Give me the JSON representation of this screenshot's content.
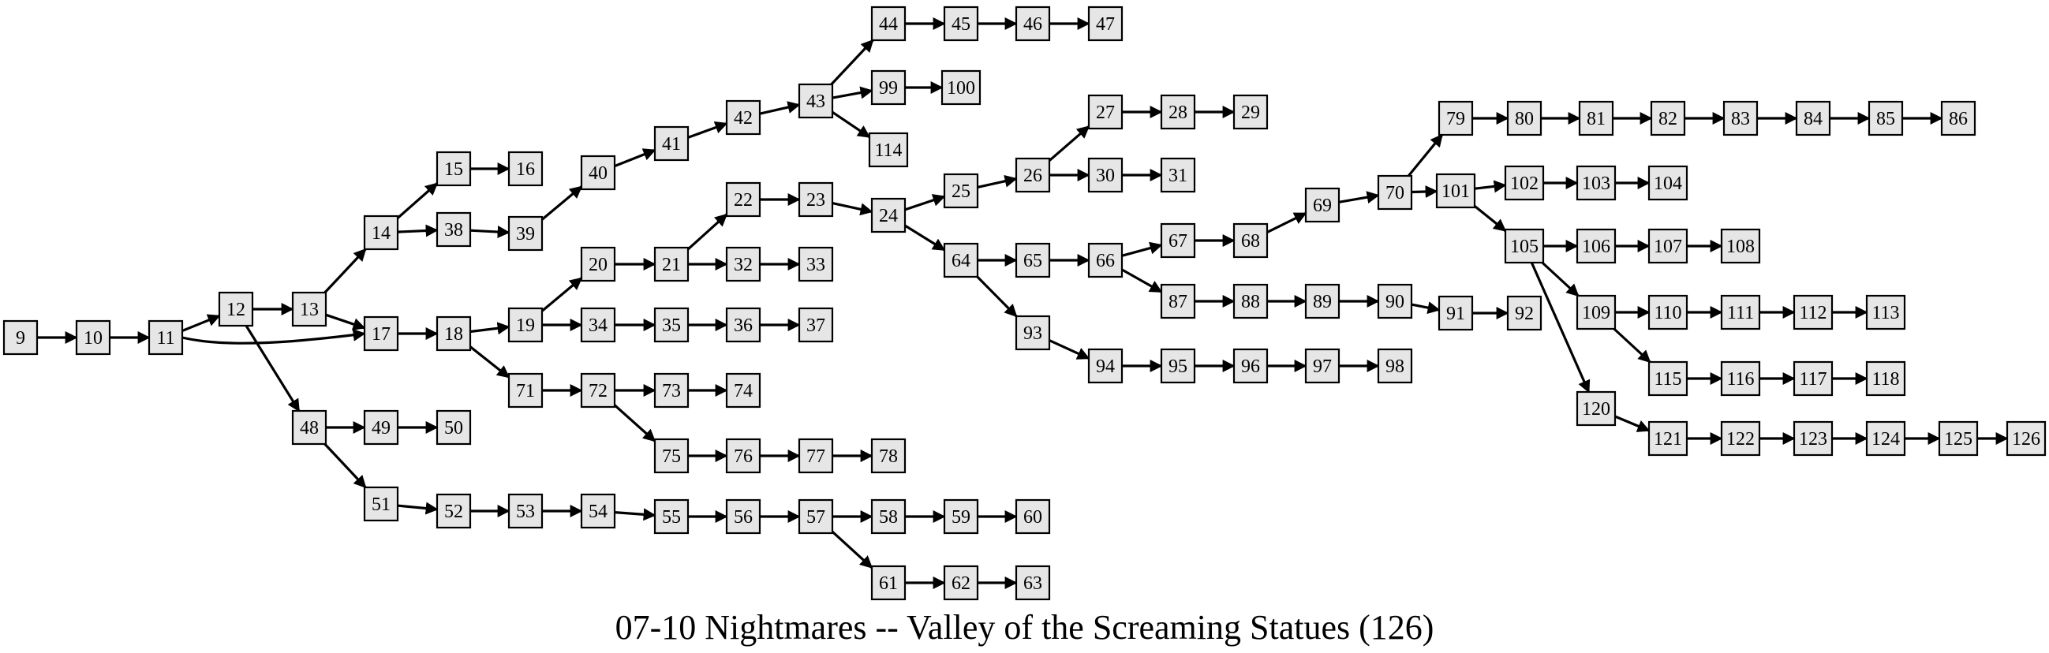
{
  "caption": "07-10 Nightmares -- Valley of the Screaming Statues (126)",
  "colors": {
    "node_fill": "#e6e6e6",
    "stroke": "#000000"
  },
  "nodes": [
    "9",
    "10",
    "11",
    "12",
    "13",
    "14",
    "15",
    "16",
    "17",
    "18",
    "19",
    "20",
    "21",
    "22",
    "23",
    "24",
    "25",
    "26",
    "27",
    "28",
    "29",
    "30",
    "31",
    "32",
    "33",
    "34",
    "35",
    "36",
    "37",
    "38",
    "39",
    "40",
    "41",
    "42",
    "43",
    "44",
    "45",
    "46",
    "47",
    "48",
    "49",
    "50",
    "51",
    "52",
    "53",
    "54",
    "55",
    "56",
    "57",
    "58",
    "59",
    "60",
    "61",
    "62",
    "63",
    "64",
    "65",
    "66",
    "67",
    "68",
    "69",
    "70",
    "71",
    "72",
    "73",
    "74",
    "75",
    "76",
    "77",
    "78",
    "79",
    "80",
    "81",
    "82",
    "83",
    "84",
    "85",
    "86",
    "87",
    "88",
    "89",
    "90",
    "91",
    "92",
    "93",
    "94",
    "95",
    "96",
    "97",
    "98",
    "99",
    "100",
    "101",
    "102",
    "103",
    "104",
    "105",
    "106",
    "107",
    "108",
    "109",
    "110",
    "111",
    "112",
    "113",
    "114",
    "115",
    "116",
    "117",
    "118",
    "120",
    "121",
    "122",
    "123",
    "124",
    "125",
    "126"
  ],
  "edges": [
    [
      "9",
      "10"
    ],
    [
      "10",
      "11"
    ],
    [
      "11",
      "12"
    ],
    [
      "11",
      "17"
    ],
    [
      "12",
      "13"
    ],
    [
      "12",
      "48"
    ],
    [
      "13",
      "14"
    ],
    [
      "13",
      "17"
    ],
    [
      "14",
      "15"
    ],
    [
      "14",
      "38"
    ],
    [
      "15",
      "16"
    ],
    [
      "38",
      "39"
    ],
    [
      "39",
      "40"
    ],
    [
      "40",
      "41"
    ],
    [
      "41",
      "42"
    ],
    [
      "42",
      "43"
    ],
    [
      "43",
      "44"
    ],
    [
      "43",
      "99"
    ],
    [
      "43",
      "114"
    ],
    [
      "44",
      "45"
    ],
    [
      "45",
      "46"
    ],
    [
      "46",
      "47"
    ],
    [
      "99",
      "100"
    ],
    [
      "17",
      "18"
    ],
    [
      "18",
      "19"
    ],
    [
      "18",
      "71"
    ],
    [
      "19",
      "20"
    ],
    [
      "19",
      "34"
    ],
    [
      "20",
      "21"
    ],
    [
      "21",
      "22"
    ],
    [
      "21",
      "32"
    ],
    [
      "22",
      "23"
    ],
    [
      "23",
      "24"
    ],
    [
      "32",
      "33"
    ],
    [
      "34",
      "35"
    ],
    [
      "35",
      "36"
    ],
    [
      "36",
      "37"
    ],
    [
      "24",
      "25"
    ],
    [
      "24",
      "64"
    ],
    [
      "25",
      "26"
    ],
    [
      "26",
      "27"
    ],
    [
      "26",
      "30"
    ],
    [
      "27",
      "28"
    ],
    [
      "28",
      "29"
    ],
    [
      "30",
      "31"
    ],
    [
      "64",
      "65"
    ],
    [
      "64",
      "93"
    ],
    [
      "65",
      "66"
    ],
    [
      "66",
      "67"
    ],
    [
      "66",
      "87"
    ],
    [
      "67",
      "68"
    ],
    [
      "68",
      "69"
    ],
    [
      "69",
      "70"
    ],
    [
      "70",
      "79"
    ],
    [
      "70",
      "101"
    ],
    [
      "79",
      "80"
    ],
    [
      "80",
      "81"
    ],
    [
      "81",
      "82"
    ],
    [
      "82",
      "83"
    ],
    [
      "83",
      "84"
    ],
    [
      "84",
      "85"
    ],
    [
      "85",
      "86"
    ],
    [
      "101",
      "102"
    ],
    [
      "101",
      "105"
    ],
    [
      "102",
      "103"
    ],
    [
      "103",
      "104"
    ],
    [
      "105",
      "106"
    ],
    [
      "105",
      "109"
    ],
    [
      "105",
      "120"
    ],
    [
      "106",
      "107"
    ],
    [
      "107",
      "108"
    ],
    [
      "109",
      "110"
    ],
    [
      "109",
      "115"
    ],
    [
      "110",
      "111"
    ],
    [
      "111",
      "112"
    ],
    [
      "112",
      "113"
    ],
    [
      "115",
      "116"
    ],
    [
      "116",
      "117"
    ],
    [
      "117",
      "118"
    ],
    [
      "120",
      "121"
    ],
    [
      "121",
      "122"
    ],
    [
      "122",
      "123"
    ],
    [
      "123",
      "124"
    ],
    [
      "124",
      "125"
    ],
    [
      "125",
      "126"
    ],
    [
      "87",
      "88"
    ],
    [
      "88",
      "89"
    ],
    [
      "89",
      "90"
    ],
    [
      "90",
      "91"
    ],
    [
      "91",
      "92"
    ],
    [
      "93",
      "94"
    ],
    [
      "94",
      "95"
    ],
    [
      "95",
      "96"
    ],
    [
      "96",
      "97"
    ],
    [
      "97",
      "98"
    ],
    [
      "71",
      "72"
    ],
    [
      "72",
      "73"
    ],
    [
      "72",
      "75"
    ],
    [
      "73",
      "74"
    ],
    [
      "75",
      "76"
    ],
    [
      "76",
      "77"
    ],
    [
      "77",
      "78"
    ],
    [
      "48",
      "49"
    ],
    [
      "48",
      "51"
    ],
    [
      "49",
      "50"
    ],
    [
      "51",
      "52"
    ],
    [
      "52",
      "53"
    ],
    [
      "53",
      "54"
    ],
    [
      "54",
      "55"
    ],
    [
      "55",
      "56"
    ],
    [
      "56",
      "57"
    ],
    [
      "57",
      "58"
    ],
    [
      "57",
      "61"
    ],
    [
      "58",
      "59"
    ],
    [
      "59",
      "60"
    ],
    [
      "61",
      "62"
    ],
    [
      "62",
      "63"
    ]
  ]
}
